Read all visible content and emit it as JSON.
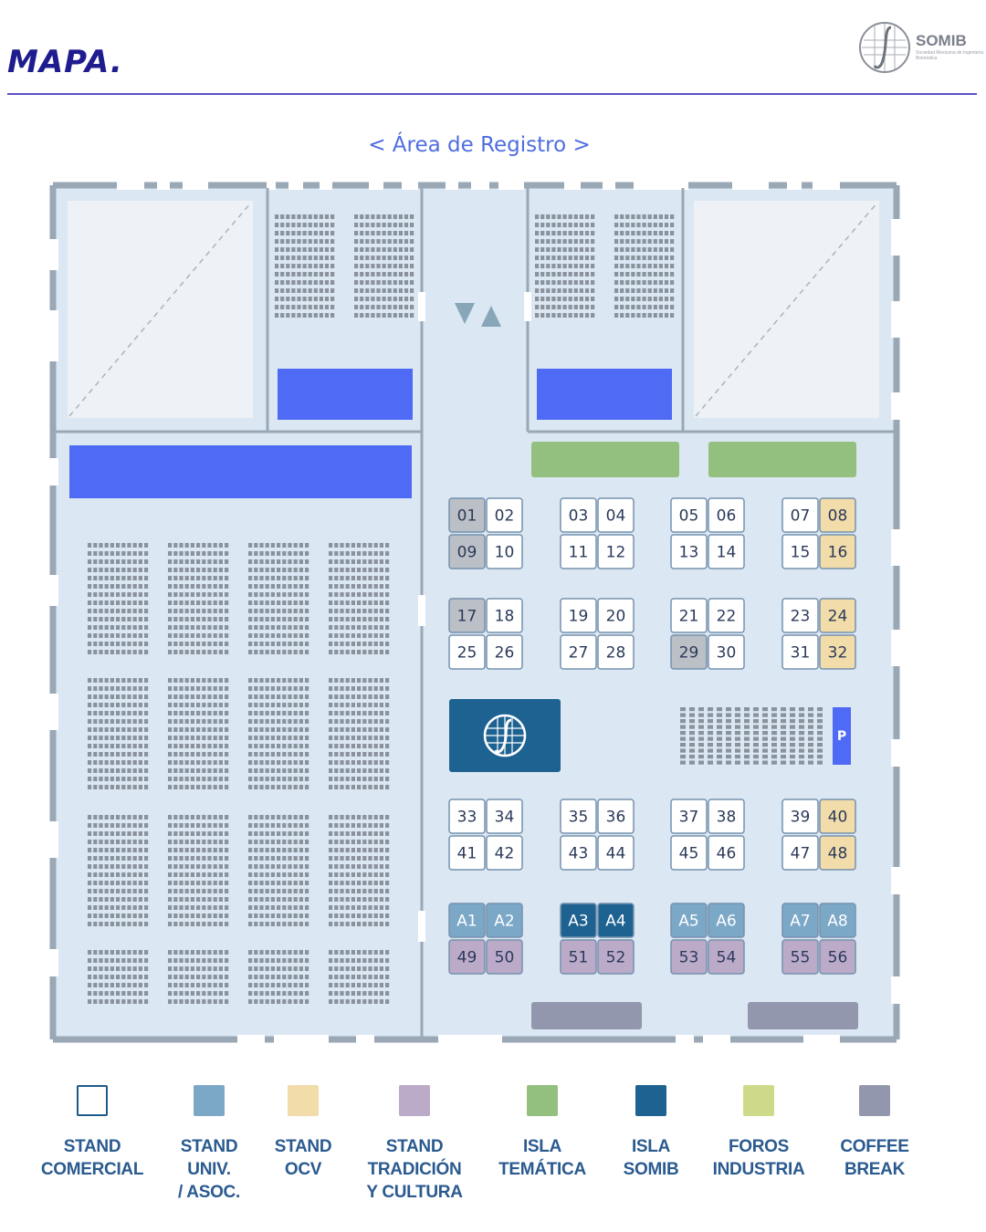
{
  "header": {
    "title": "MAPA."
  },
  "logo": {
    "name": "SOMIB",
    "subtitle": "Sociedad Mexicana de Ingeniería Biomédica",
    "icon": "somib-logo-icon"
  },
  "map": {
    "entrance_label": "< Área de Registro >",
    "parking_label": "P",
    "colors": {
      "stand_comercial": "#ffffff",
      "stand_univ": "#7ca8c7",
      "stand_ocv": "#f2dca9",
      "stand_tradicion": "#bcaac9",
      "isla_tematica": "#94c07f",
      "isla_somib": "#1e6292",
      "foros_industria": "#cfd98a",
      "coffee_break": "#9397ad",
      "reserved_gray": "#bbbfc6",
      "room_blue": "#4f6af5",
      "floor": "#dbe7f3",
      "wall": "#9aa7b4"
    },
    "stand_blocks": [
      [
        "01",
        "02",
        "09",
        "10"
      ],
      [
        "03",
        "04",
        "11",
        "12"
      ],
      [
        "05",
        "06",
        "13",
        "14"
      ],
      [
        "07",
        "08",
        "15",
        "16"
      ],
      [
        "17",
        "18",
        "25",
        "26"
      ],
      [
        "19",
        "20",
        "27",
        "28"
      ],
      [
        "21",
        "22",
        "29",
        "30"
      ],
      [
        "23",
        "24",
        "31",
        "32"
      ],
      [
        "33",
        "34",
        "41",
        "42"
      ],
      [
        "35",
        "36",
        "43",
        "44"
      ],
      [
        "37",
        "38",
        "45",
        "46"
      ],
      [
        "39",
        "40",
        "47",
        "48"
      ],
      [
        "A1",
        "A2",
        "49",
        "50"
      ],
      [
        "A3",
        "A4",
        "51",
        "52"
      ],
      [
        "A5",
        "A6",
        "53",
        "54"
      ],
      [
        "A7",
        "A8",
        "55",
        "56"
      ]
    ],
    "stand_types": {
      "01": "reserved_gray",
      "09": "reserved_gray",
      "17": "reserved_gray",
      "29": "reserved_gray",
      "08": "stand_ocv",
      "16": "stand_ocv",
      "24": "stand_ocv",
      "32": "stand_ocv",
      "40": "stand_ocv",
      "48": "stand_ocv",
      "A1": "stand_univ",
      "A2": "stand_univ",
      "A5": "stand_univ",
      "A6": "stand_univ",
      "A7": "stand_univ",
      "A8": "stand_univ",
      "A3": "isla_somib",
      "A4": "isla_somib",
      "49": "stand_tradicion",
      "50": "stand_tradicion",
      "51": "stand_tradicion",
      "52": "stand_tradicion",
      "53": "stand_tradicion",
      "54": "stand_tradicion",
      "55": "stand_tradicion",
      "56": "stand_tradicion"
    }
  },
  "legend": [
    {
      "lines": [
        "STAND",
        "COMERCIAL"
      ],
      "color": "#ffffff"
    },
    {
      "lines": [
        "STAND",
        "UNIV.",
        "/ ASOC."
      ],
      "color": "#7ca8c7"
    },
    {
      "lines": [
        "STAND",
        "OCV"
      ],
      "color": "#f2dca9"
    },
    {
      "lines": [
        "STAND",
        "TRADICIÓN",
        "Y CULTURA"
      ],
      "color": "#bcaac9"
    },
    {
      "lines": [
        "ISLA",
        "TEMÁTICA"
      ],
      "color": "#94c07f"
    },
    {
      "lines": [
        "ISLA",
        "SOMIB"
      ],
      "color": "#1e6292"
    },
    {
      "lines": [
        "FOROS",
        "INDUSTRIA"
      ],
      "color": "#cfd98a"
    },
    {
      "lines": [
        "COFFEE",
        "BREAK"
      ],
      "color": "#9397ad"
    }
  ]
}
